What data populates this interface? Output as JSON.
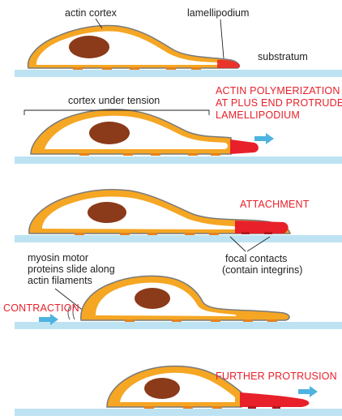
{
  "labels": {
    "actin_cortex": "actin cortex",
    "lamellipodium": "lamellipodium",
    "substratum": "substratum",
    "cortex_under_tension": "cortex under tension",
    "myosin_line1": "myosin motor",
    "myosin_line2": "proteins slide along",
    "myosin_line3": "actin filaments",
    "focal_line1": "focal contacts",
    "focal_line2": "(contain integrins)"
  },
  "steps": {
    "actin_line1": "ACTIN POLYMERIZATION",
    "actin_line2": "AT PLUS END PROTRUDES",
    "actin_line3": "LAMELLIPODIUM",
    "attachment": "ATTACHMENT",
    "contraction": "CONTRACTION",
    "further": "FURTHER PROTRUSION"
  },
  "colors": {
    "substratum": "#bde3f2",
    "cortex": "#f5a623",
    "cortex_outline": "#7a7a7a",
    "nucleus": "#8b3a1a",
    "lamellipodium": "#e8202a",
    "arrow": "#4fb3e0",
    "label_red": "#e8202a",
    "focal_contact": "#e6821e"
  },
  "icons": {
    "movement_arrow": "right-arrow-icon",
    "contraction_arrow": "right-arrow-icon"
  }
}
